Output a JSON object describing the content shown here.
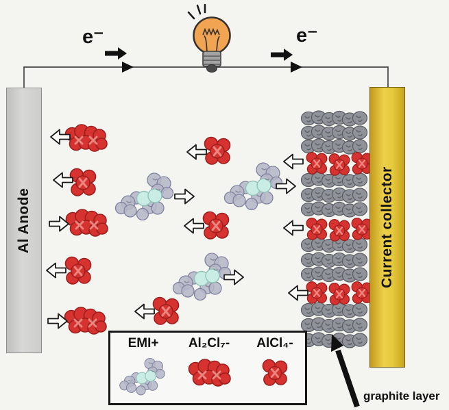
{
  "circuit": {
    "electron_left": "e⁻",
    "electron_right": "e⁻"
  },
  "electrodes": {
    "anode_label": "Al Anode",
    "collector_label": "Current collector"
  },
  "legend": {
    "items": [
      {
        "label": "EMI+",
        "molecule": "emi-cation"
      },
      {
        "label": "Al₂Cl₇-",
        "molecule": "al2cl7-anion"
      },
      {
        "label": "AlCl₄-",
        "molecule": "alcl4-anion"
      }
    ]
  },
  "annotations": {
    "graphite_label": "graphite layer"
  },
  "colors": {
    "anion_red": "#d63230",
    "graphite_gray": "#8f9298",
    "emi_gray": "#b6b7c7",
    "emi_cyan": "#c9ece4",
    "collector_gold": "#e6c93c",
    "anode_gray": "#d8d8d6",
    "bulb_orange": "#f1a452"
  }
}
